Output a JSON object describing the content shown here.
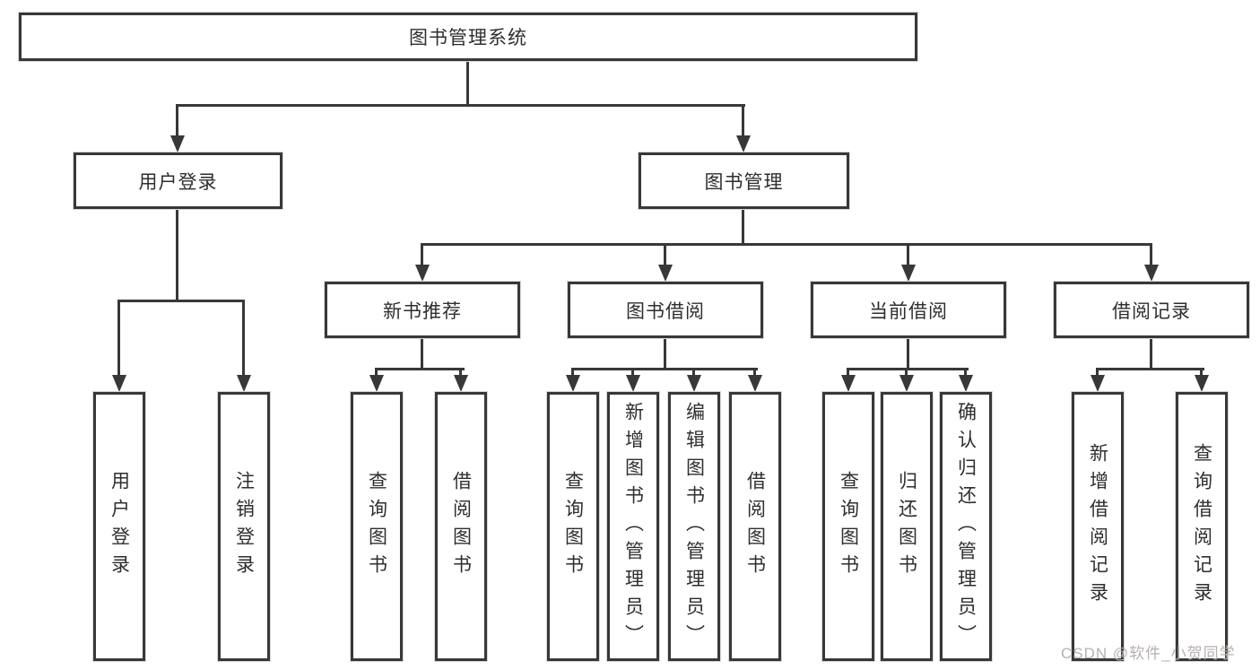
{
  "diagram": {
    "title": "图书管理系统",
    "colors": {
      "line": "#383838",
      "box_border": "#383838",
      "text": "#2e2e2e",
      "watermark": "#b7b1ae",
      "background": "#ffffff"
    },
    "nodes": {
      "root": "图书管理系统",
      "login_group": "用户登录",
      "book_mgmt": "图书管理",
      "new_book_rec": "新书推荐",
      "book_borrow": "图书借阅",
      "current_borrow": "当前借阅",
      "borrow_records": "借阅记录",
      "user_login": "用户登录",
      "logout": "注销登录",
      "nb_query": "查询图书",
      "nb_borrow": "借阅图书",
      "bb_query": "查询图书",
      "bb_add": "新增图书（管理员）",
      "bb_edit": "编辑图书（管理员）",
      "bb_borrow": "借阅图书",
      "cb_query": "查询图书",
      "cb_return": "归还图书",
      "cb_confirm": "确认归还（管理员）",
      "br_add": "新增借阅记录",
      "br_query": "查询借阅记录"
    },
    "structure": {
      "图书管理系统": [
        "用户登录",
        "图书管理"
      ],
      "用户登录": [
        "用户登录",
        "注销登录"
      ],
      "图书管理": [
        "新书推荐",
        "图书借阅",
        "当前借阅",
        "借阅记录"
      ],
      "新书推荐": [
        "查询图书",
        "借阅图书"
      ],
      "图书借阅": [
        "查询图书",
        "新增图书（管理员）",
        "编辑图书（管理员）",
        "借阅图书"
      ],
      "当前借阅": [
        "查询图书",
        "归还图书",
        "确认归还（管理员）"
      ],
      "借阅记录": [
        "新增借阅记录",
        "查询借阅记录"
      ]
    },
    "watermark": "CSDN @软件_小贺同学"
  }
}
